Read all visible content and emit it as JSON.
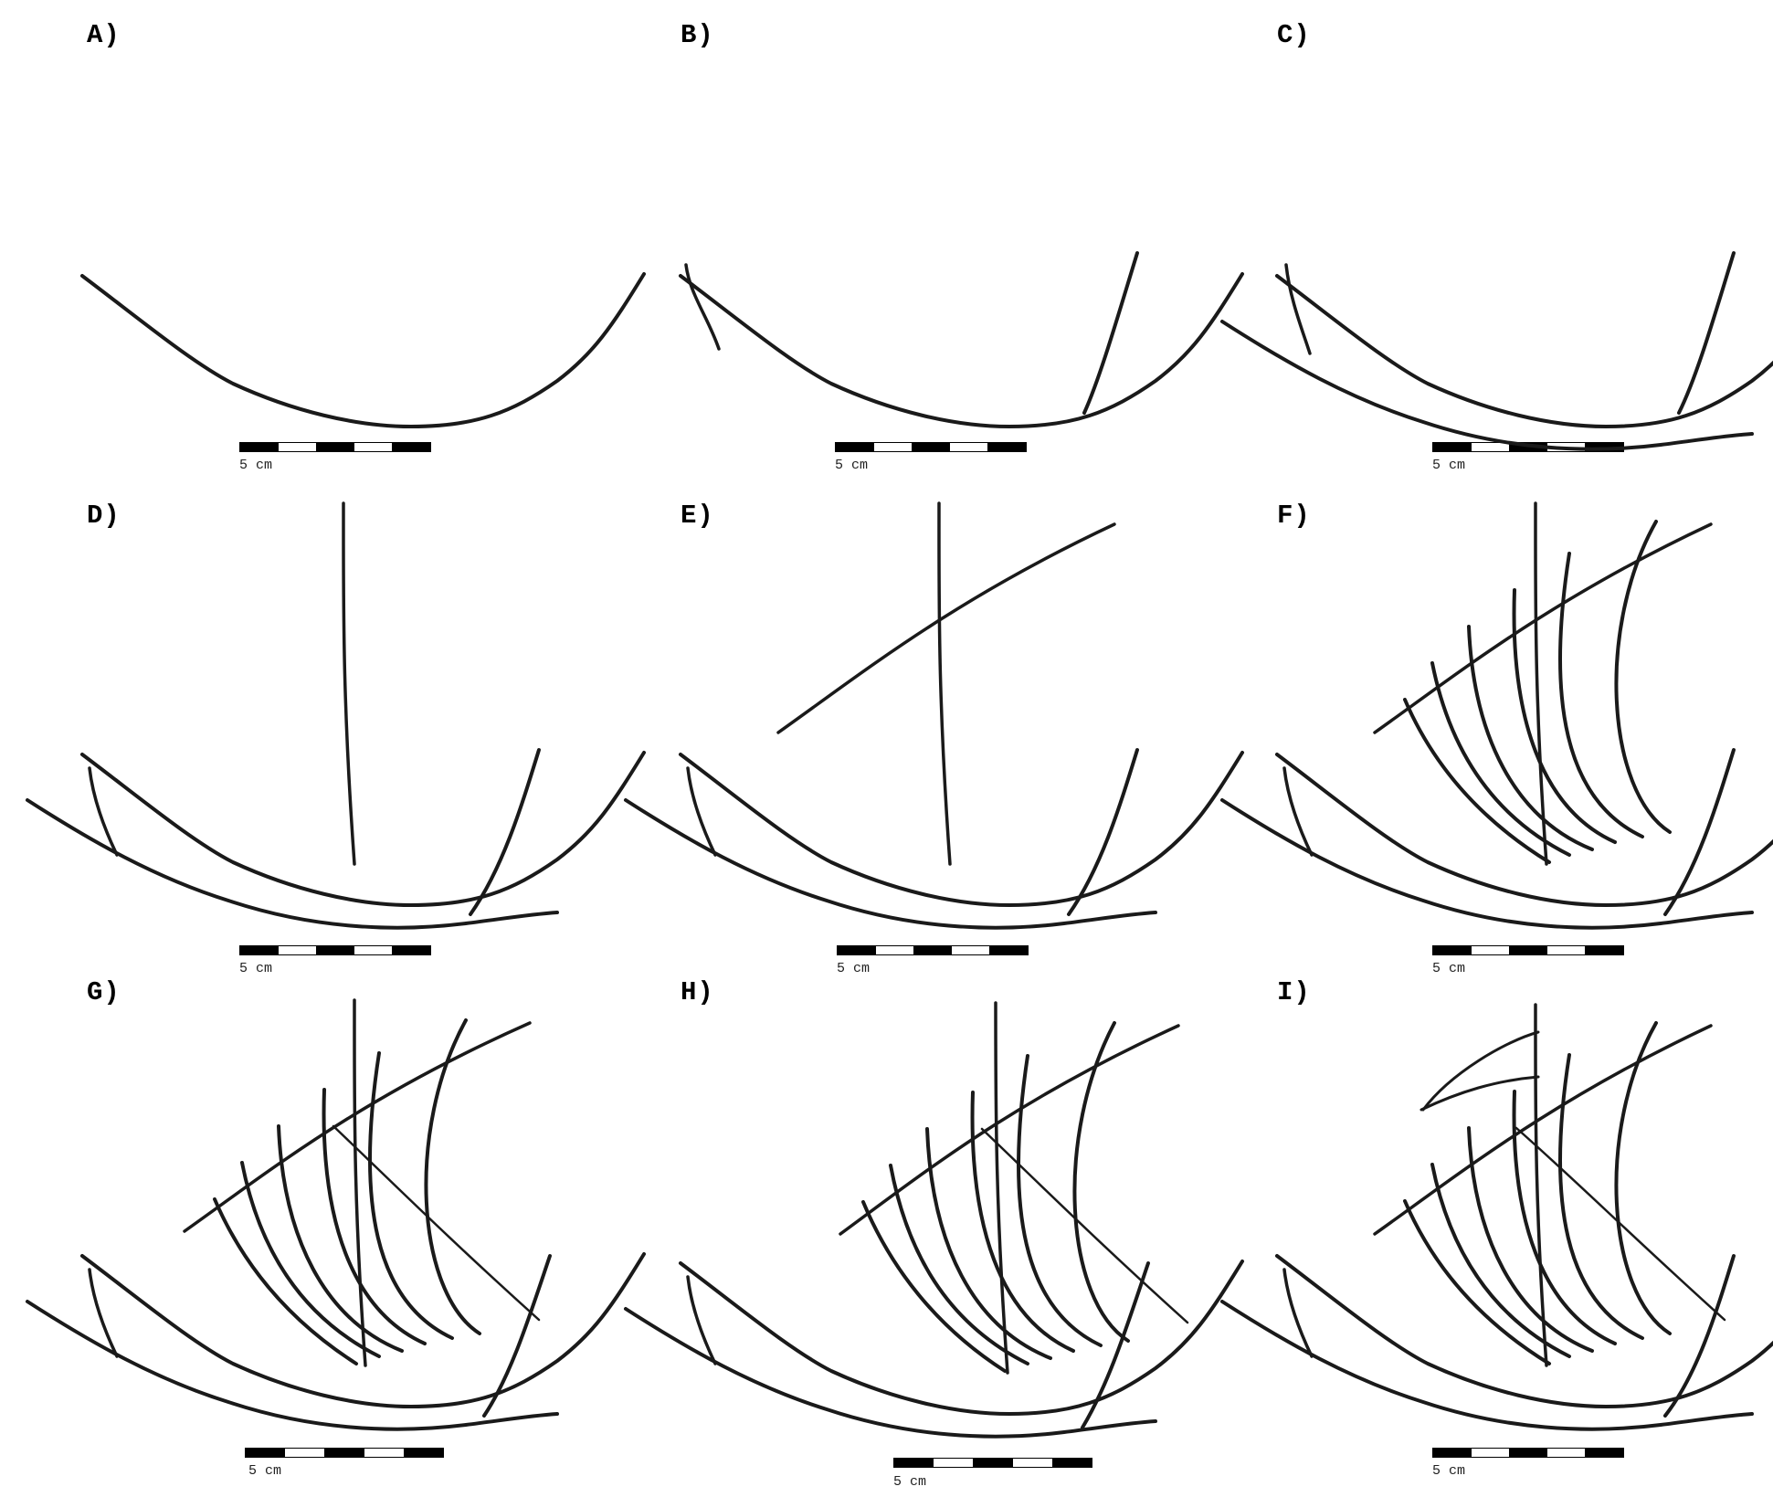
{
  "panels": [
    {
      "label": "A)",
      "scale_text": "5 cm"
    },
    {
      "label": "B)",
      "scale_text": "5 cm"
    },
    {
      "label": "C)",
      "scale_text": "5 cm"
    },
    {
      "label": "D)",
      "scale_text": "5 cm"
    },
    {
      "label": "E)",
      "scale_text": "5 cm"
    },
    {
      "label": "F)",
      "scale_text": "5 cm"
    },
    {
      "label": "G)",
      "scale_text": "5 cm"
    },
    {
      "label": "H)",
      "scale_text": "5 cm"
    },
    {
      "label": "I)",
      "scale_text": "5 cm"
    }
  ],
  "stroke_color": "#1a1a1a"
}
